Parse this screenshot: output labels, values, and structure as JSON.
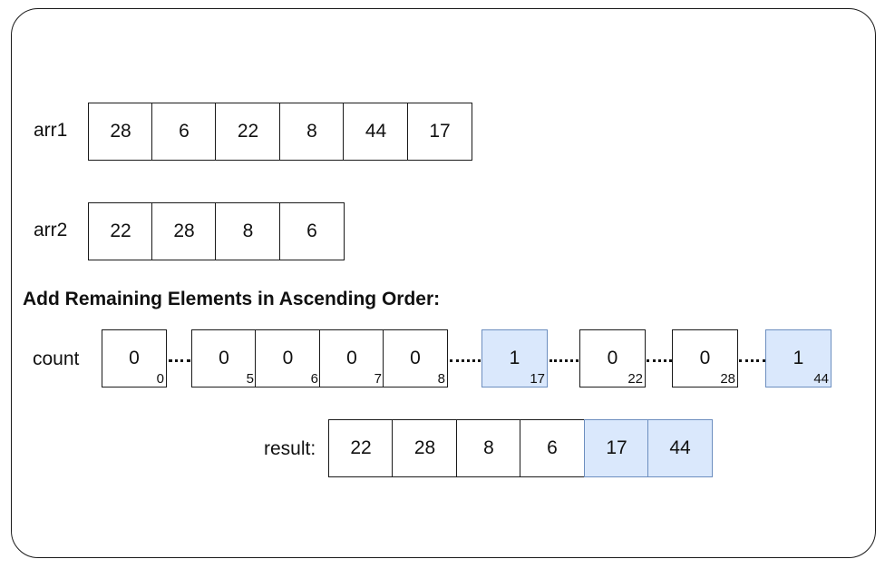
{
  "arr1": {
    "label": "arr1",
    "values": [
      "28",
      "6",
      "22",
      "8",
      "44",
      "17"
    ]
  },
  "arr2": {
    "label": "arr2",
    "values": [
      "22",
      "28",
      "8",
      "6"
    ]
  },
  "heading": "Add Remaining Elements in Ascending Order:",
  "count": {
    "label": "count",
    "cells": [
      {
        "value": "0",
        "index": "0",
        "highlight": false
      },
      {
        "value": "0",
        "index": "5",
        "highlight": false
      },
      {
        "value": "0",
        "index": "6",
        "highlight": false
      },
      {
        "value": "0",
        "index": "7",
        "highlight": false
      },
      {
        "value": "0",
        "index": "8",
        "highlight": false
      },
      {
        "value": "1",
        "index": "17",
        "highlight": true
      },
      {
        "value": "0",
        "index": "22",
        "highlight": false
      },
      {
        "value": "0",
        "index": "28",
        "highlight": false
      },
      {
        "value": "1",
        "index": "44",
        "highlight": true
      }
    ]
  },
  "result": {
    "label": "result:",
    "cells": [
      {
        "value": "22",
        "highlight": false
      },
      {
        "value": "28",
        "highlight": false
      },
      {
        "value": "8",
        "highlight": false
      },
      {
        "value": "6",
        "highlight": false
      },
      {
        "value": "17",
        "highlight": true
      },
      {
        "value": "44",
        "highlight": true
      }
    ]
  },
  "colors": {
    "highlight_fill": "#dae8fc",
    "highlight_border": "#6c8ebf",
    "stroke": "#1a1a1a"
  }
}
